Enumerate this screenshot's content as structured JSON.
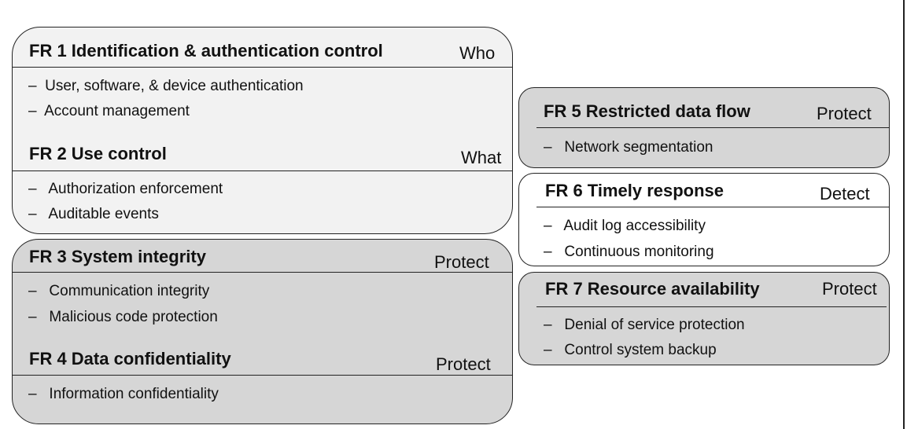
{
  "requirements": [
    {
      "title": "FR 1 Identification & authentication control",
      "tag": "Who",
      "items": [
        "User, software, & device authentication",
        "Account management"
      ]
    },
    {
      "title": "FR 2 Use control",
      "tag": "What",
      "items": [
        "Authorization enforcement",
        "Auditable events"
      ]
    },
    {
      "title": "FR 3 System integrity",
      "tag": "Protect",
      "items": [
        "Communication integrity",
        "Malicious code protection"
      ]
    },
    {
      "title": "FR 4 Data confidentiality",
      "tag": "Protect",
      "items": [
        "Information confidentiality"
      ]
    },
    {
      "title": "FR 5 Restricted data flow",
      "tag": "Protect",
      "items": [
        "Network segmentation"
      ]
    },
    {
      "title": "FR 6 Timely response",
      "tag": "Detect",
      "items": [
        "Audit log accessibility",
        "Continuous monitoring"
      ]
    },
    {
      "title": "FR 7 Resource availability",
      "tag": "Protect",
      "items": [
        "Denial of service protection",
        "Control system backup"
      ]
    }
  ],
  "dash": "–",
  "colors": {
    "panel_light": "#f2f2f2",
    "panel_dark": "#d6d6d6",
    "panel_white": "#ffffff",
    "border": "#222222"
  }
}
